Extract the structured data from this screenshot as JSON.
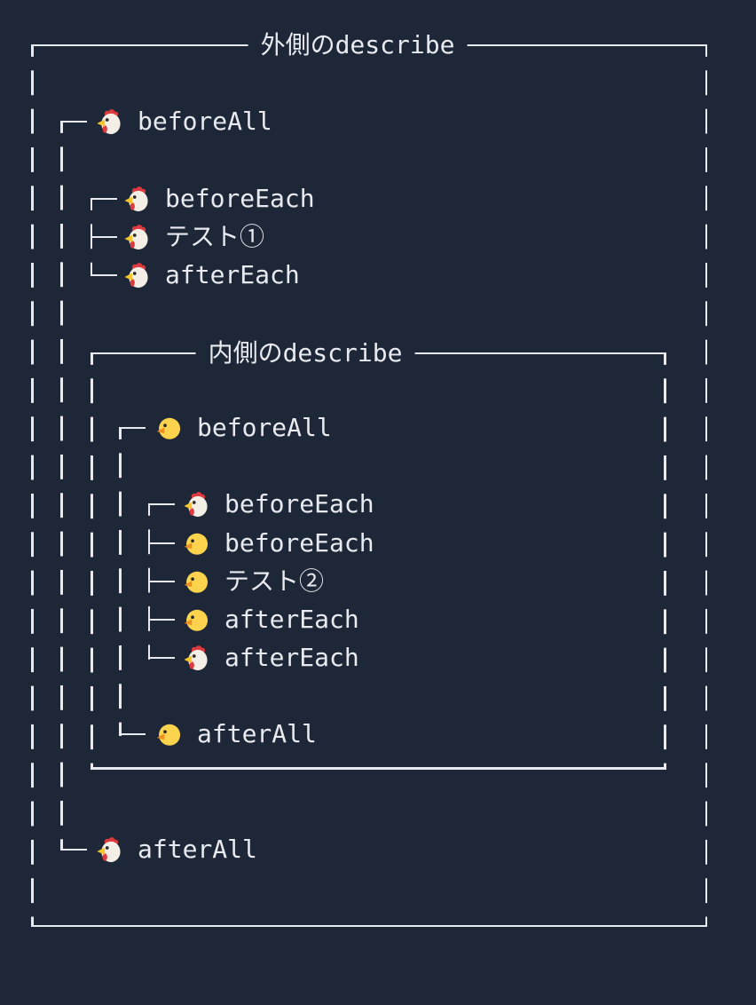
{
  "page": {
    "background_color": "#1e2737",
    "line_color": "#e8eaef"
  },
  "outer_describe": {
    "title": "外側のdescribe",
    "before_all": {
      "icon": "chicken",
      "label": "beforeAll"
    },
    "hooks": [
      {
        "icon": "chicken",
        "label": "beforeEach"
      },
      {
        "icon": "chicken",
        "label": "テスト①"
      },
      {
        "icon": "chicken",
        "label": "afterEach"
      }
    ],
    "after_all": {
      "icon": "chicken",
      "label": "afterAll"
    }
  },
  "inner_describe": {
    "title": "内側のdescribe",
    "before_all": {
      "icon": "chick",
      "label": "beforeAll"
    },
    "hooks": [
      {
        "icon": "chicken",
        "label": "beforeEach"
      },
      {
        "icon": "chick",
        "label": "beforeEach"
      },
      {
        "icon": "chick",
        "label": "テスト②"
      },
      {
        "icon": "chick",
        "label": "afterEach"
      },
      {
        "icon": "chicken",
        "label": "afterEach"
      }
    ],
    "after_all": {
      "icon": "chick",
      "label": "afterAll"
    }
  },
  "icon_colors": {
    "chicken_body": "#f3efe7",
    "chicken_comb_wattle": "#dd3a3f",
    "chicken_beak": "#f5c52c",
    "chick_body": "#fbd34d",
    "chick_beak": "#ee8e20",
    "eye": "#2b2b2b"
  }
}
